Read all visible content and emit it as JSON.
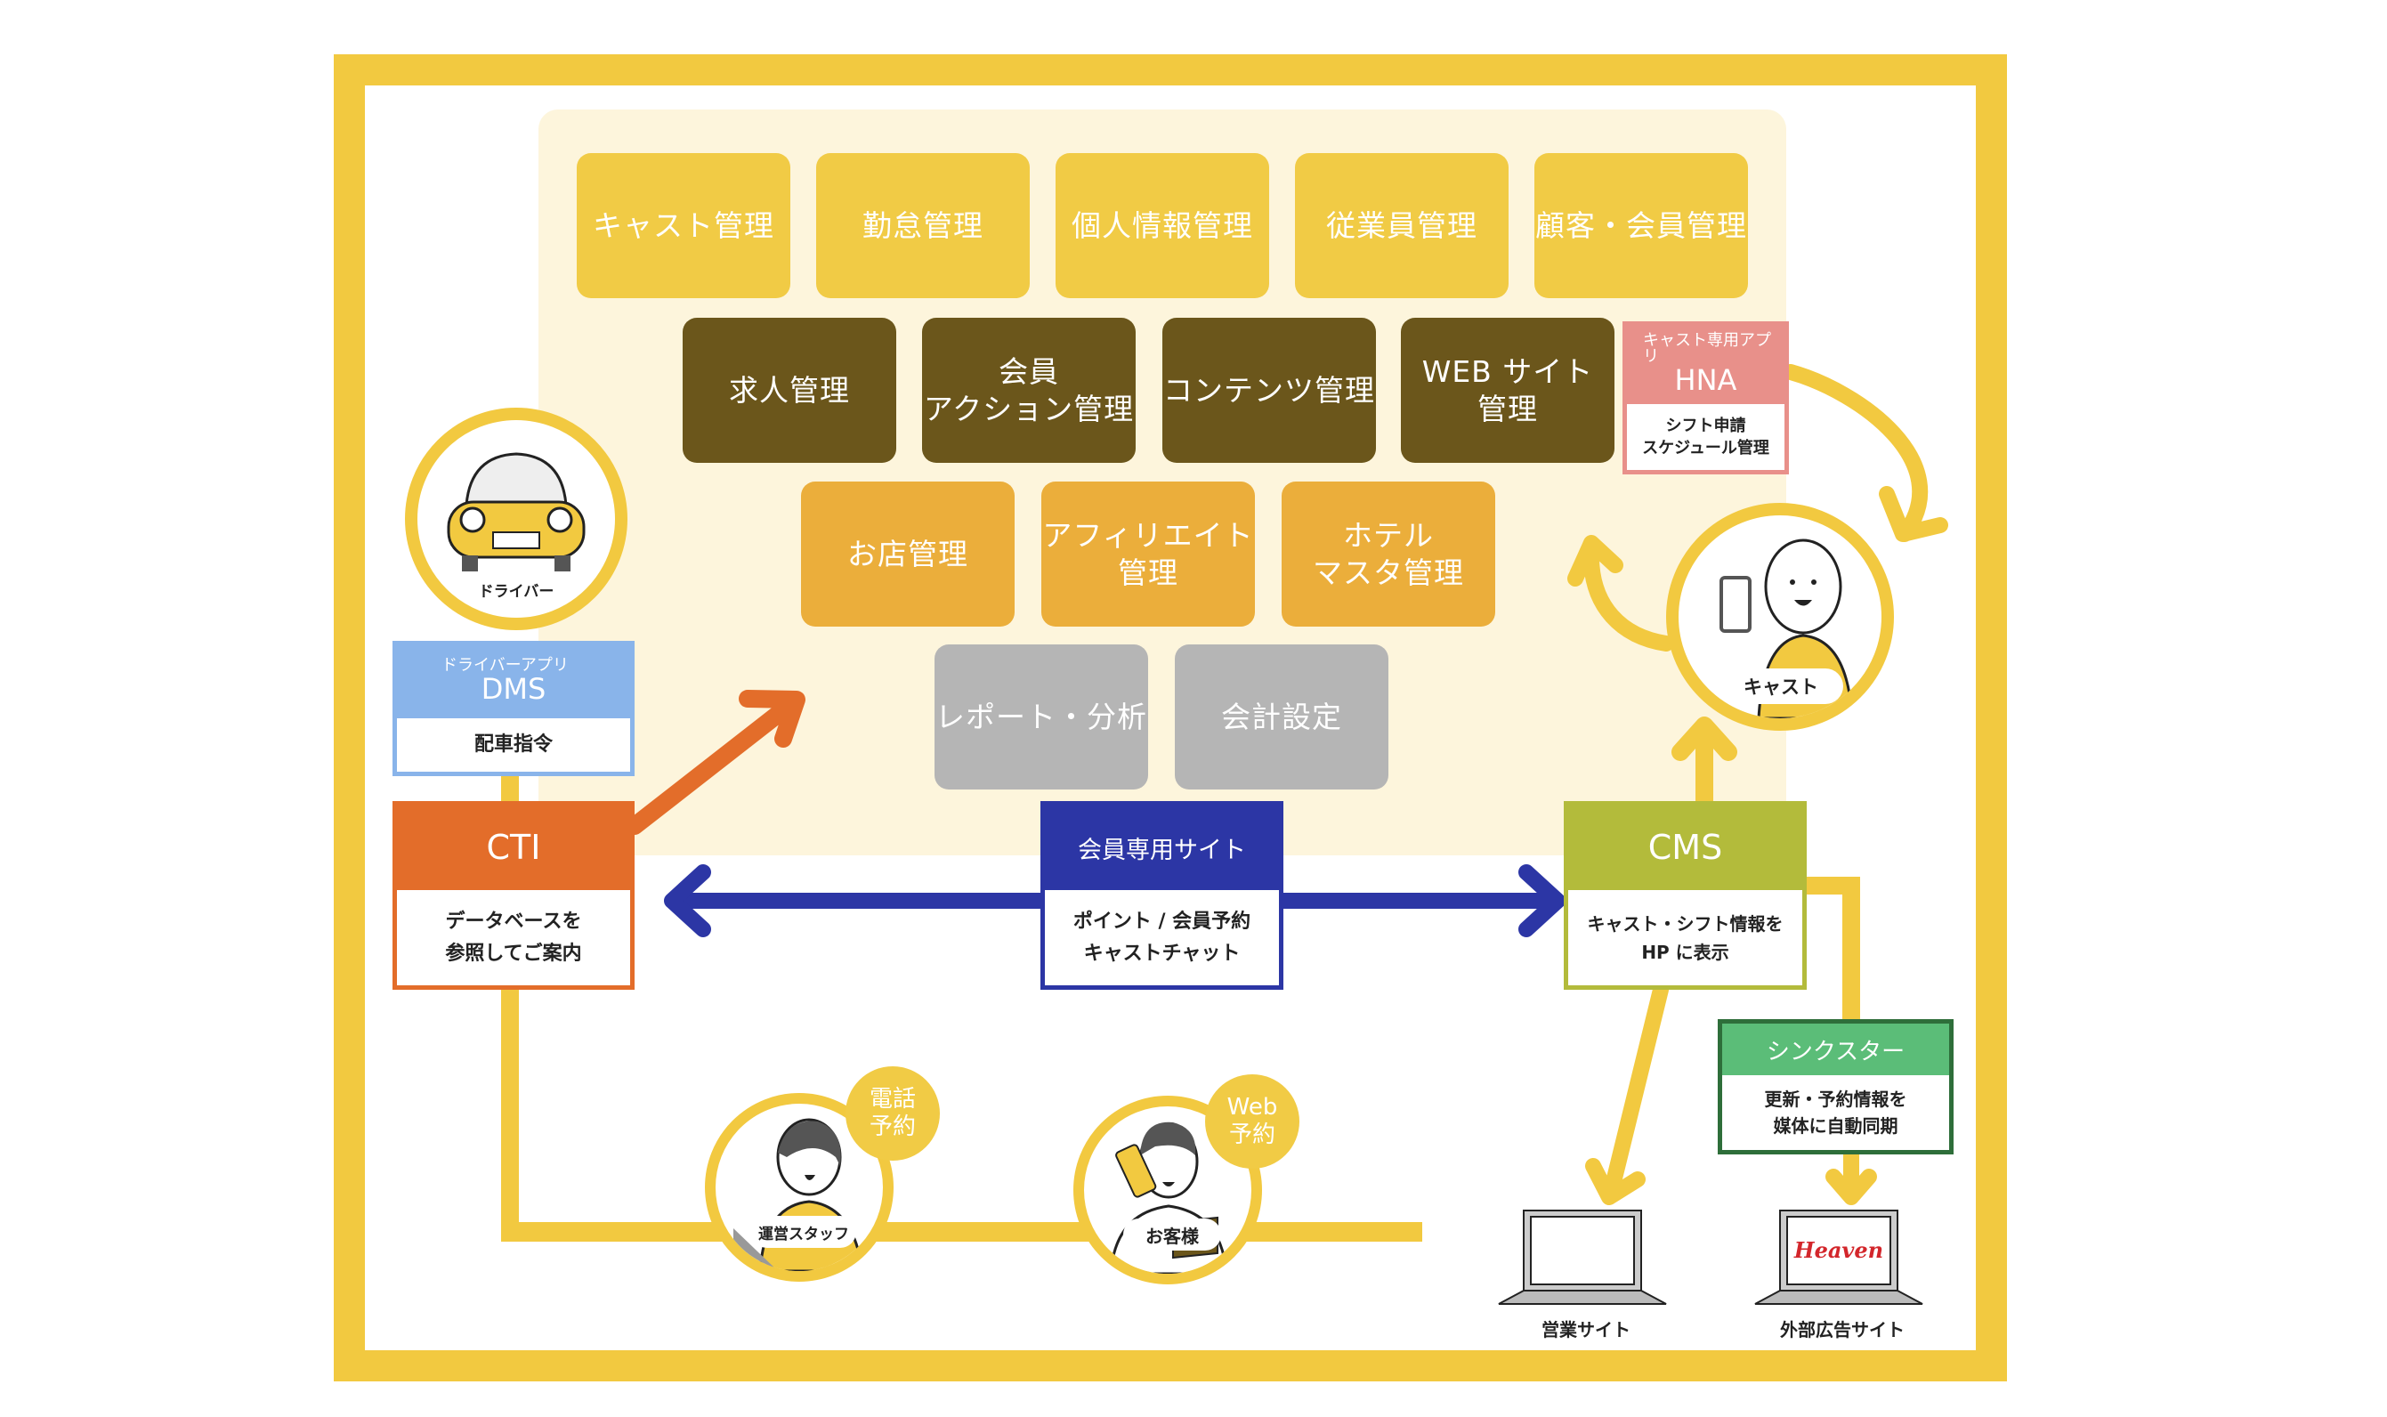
{
  "colors": {
    "frame": "#f2c940",
    "panel": "#fdf5dc",
    "module_yellow": "#f1cb45",
    "module_brown": "#6b561b",
    "module_orange": "#ebae3b",
    "module_gray": "#b5b5b5",
    "cti": "#e36d2a",
    "dms": "#89b4ea",
    "member_site": "#2c36a5",
    "cms": "#b3bb3b",
    "hna": "#e8908a",
    "syncstar": "#5bbd78",
    "syncstar_border": "#2e6e3a"
  },
  "modules": {
    "row1": [
      {
        "label": "キャスト管理"
      },
      {
        "label": "勤怠管理"
      },
      {
        "label": "個人情報管理"
      },
      {
        "label": "従業員管理"
      },
      {
        "label": "顧客・会員管理"
      }
    ],
    "row2": [
      {
        "label": "求人管理"
      },
      {
        "label": "会員\nアクション管理"
      },
      {
        "label": "コンテンツ管理"
      },
      {
        "label": "WEB サイト\n管理"
      }
    ],
    "row3": [
      {
        "label": "お店管理"
      },
      {
        "label": "アフィリエイト\n管理"
      },
      {
        "label": "ホテル\nマスタ管理"
      }
    ],
    "row4": [
      {
        "label": "レポート・分析"
      },
      {
        "label": "会計設定"
      }
    ]
  },
  "systems": {
    "dms": {
      "subtitle": "ドライバーアプリ",
      "title": "DMS",
      "description": "配車指令"
    },
    "cti": {
      "title": "CTI",
      "description": "データベースを\n参照してご案内"
    },
    "member_site": {
      "title": "会員専用サイト",
      "description": "ポイント / 会員予約\nキャストチャット"
    },
    "cms": {
      "title": "CMS",
      "description": "キャスト・シフト情報を\nHP に表示"
    },
    "hna": {
      "subtitle": "キャスト専用アプリ",
      "title": "HNA",
      "description": "シフト申請\nスケジュール管理"
    },
    "syncstar": {
      "title": "シンクスター",
      "description": "更新・予約情報を\n媒体に自動同期"
    }
  },
  "actors": {
    "driver": {
      "label": "ドライバー",
      "icon": "car-icon"
    },
    "cast": {
      "label": "キャスト",
      "icon": "woman-smartphone-icon"
    },
    "staff": {
      "label": "運営スタッフ",
      "badge": "電話\n予約",
      "icon": "operator-headset-icon"
    },
    "customer": {
      "label": "お客様",
      "badge": "Web\n予約",
      "icon": "customer-phone-icon"
    }
  },
  "sites": {
    "business": {
      "label": "営業サイト",
      "icon": "laptop-icon"
    },
    "external_ad": {
      "label": "外部広告サイト",
      "icon": "laptop-icon",
      "logo_text": "Heaven"
    }
  }
}
